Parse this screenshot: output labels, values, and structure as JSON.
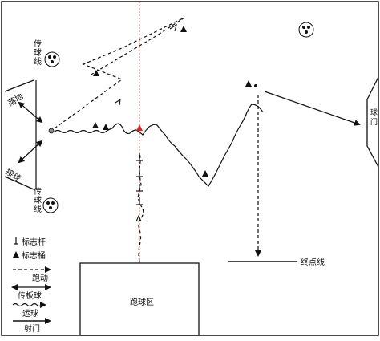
{
  "labels": {
    "pass_line": [
      "传",
      "球",
      "线"
    ],
    "volleyball_top": "落地",
    "volleyball_bottom": "接球",
    "goal": [
      "球",
      "门"
    ],
    "finish_line": "终点线",
    "run_area": "跑球区"
  },
  "legend": {
    "pole": "标志杆",
    "cone": "标志桶",
    "run": "跑动",
    "pass": "传板球",
    "dribble": "运球",
    "shoot": "射门"
  },
  "colors": {
    "line": "#111111",
    "axis": "#e06a6a",
    "accent": "#e02020"
  }
}
